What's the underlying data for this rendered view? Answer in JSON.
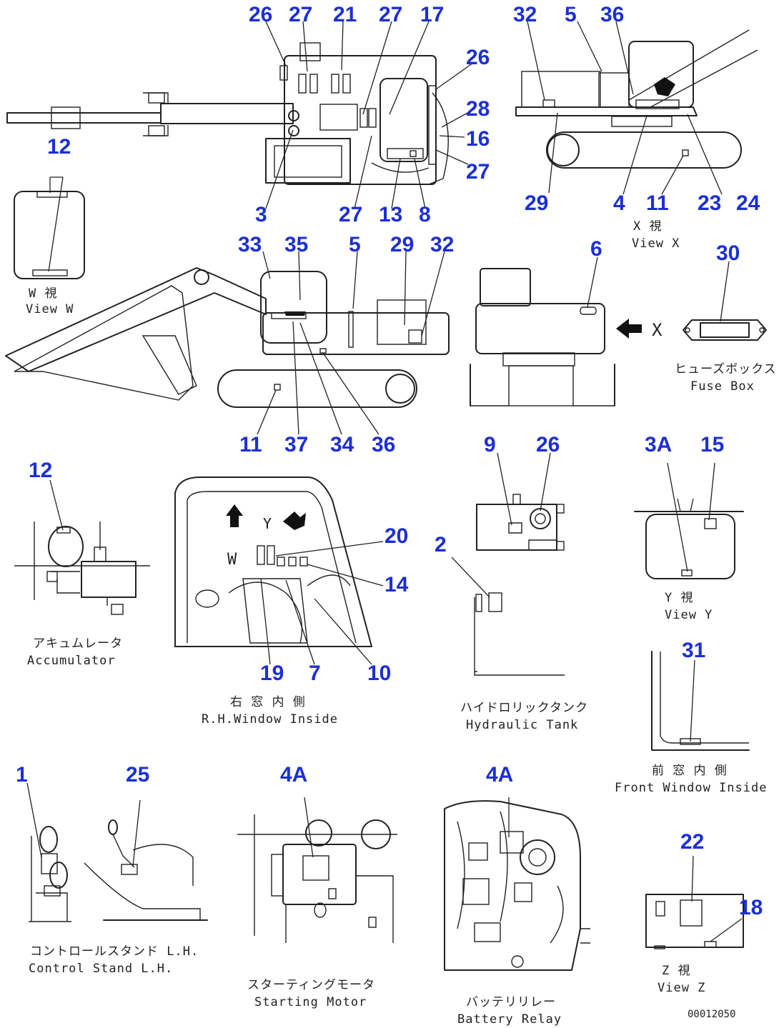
{
  "callouts": {
    "top_plan": [
      "26",
      "27",
      "21",
      "27",
      "17",
      "26",
      "28",
      "16",
      "27",
      "3",
      "27",
      "13",
      "8"
    ],
    "view_x": [
      "32",
      "5",
      "36",
      "29",
      "4",
      "11",
      "23",
      "24"
    ],
    "view_w": [
      "12"
    ],
    "side": [
      "33",
      "35",
      "5",
      "29",
      "32",
      "11",
      "37",
      "34",
      "36"
    ],
    "rear": [
      "6"
    ],
    "fuse_box": [
      "30"
    ],
    "accumulator": [
      "12"
    ],
    "rh_window": [
      "20",
      "14",
      "19",
      "7",
      "10"
    ],
    "hydraulic_tank": [
      "2"
    ],
    "tank_top": [
      "9",
      "26"
    ],
    "view_y": [
      "3A",
      "15"
    ],
    "front_window": [
      "31"
    ],
    "control_stand": [
      "1",
      "25"
    ],
    "starting_motor": [
      "4A"
    ],
    "battery_relay": [
      "4A"
    ],
    "view_z": [
      "22",
      "18"
    ]
  },
  "captions": {
    "view_x_jp": "X 視",
    "view_x_en": "View X",
    "view_w_jp": "W 視",
    "view_w_en": "View W",
    "fuse_box_jp": "ヒューズボックス",
    "fuse_box_en": "Fuse Box",
    "accumulator_jp": "アキュムレータ",
    "accumulator_en": "Accumulator",
    "rh_window_jp": "右 窓 内 側",
    "rh_window_en": "R.H.Window Inside",
    "hydraulic_tank_jp": "ハイドロリックタンク",
    "hydraulic_tank_en": "Hydraulic Tank",
    "view_y_jp": "Y 視",
    "view_y_en": "View Y",
    "front_window_jp": "前 窓 内 側",
    "front_window_en": "Front Window Inside",
    "control_stand_jp": "コントロールスタンド L.H.",
    "control_stand_en": "Control Stand L.H.",
    "starting_motor_jp": "スターティングモータ",
    "starting_motor_en": "Starting Motor",
    "battery_relay_jp": "バッテリリレー",
    "battery_relay_en": "Battery Relay",
    "view_z_jp": "Z 視",
    "view_z_en": "View Z"
  },
  "marker_letters": {
    "rear_arrow": "X",
    "window_w": "W",
    "window_y": "Y"
  },
  "drawing_code": "00012050",
  "colors": {
    "callout": "#1c2fd6",
    "line": "#222222",
    "background": "#ffffff"
  }
}
